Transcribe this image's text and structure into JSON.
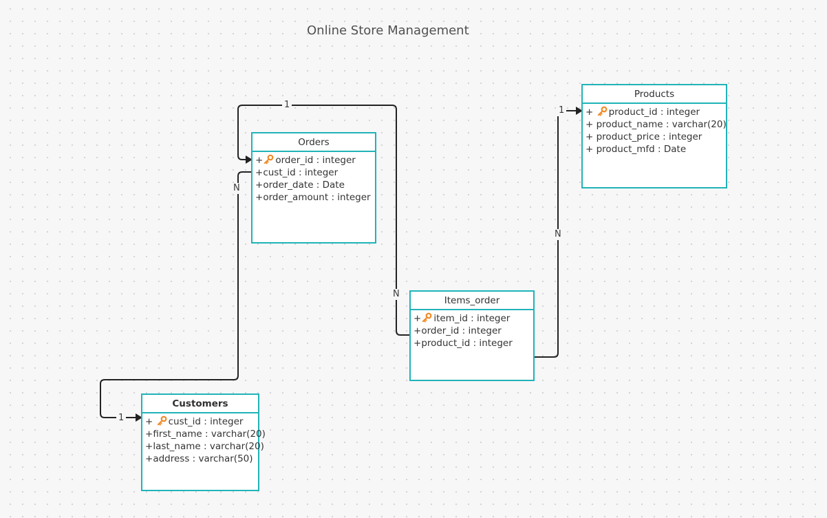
{
  "diagram": {
    "title": "Online Store Management"
  },
  "colors": {
    "entity_border": "#1fb3b8",
    "connector": "#222222",
    "key_icon": "#f08a24"
  },
  "entities": {
    "orders": {
      "name": "Orders",
      "attributes": [
        {
          "prefix": "+",
          "key": true,
          "text": "order_id : integer"
        },
        {
          "prefix": "+",
          "key": false,
          "text": "cust_id : integer"
        },
        {
          "prefix": "+",
          "key": false,
          "text": "order_date : Date"
        },
        {
          "prefix": "+",
          "key": false,
          "text": "order_amount : integer"
        }
      ]
    },
    "products": {
      "name": "Products",
      "attributes": [
        {
          "prefix": "+ ",
          "key": true,
          "text": "product_id : integer"
        },
        {
          "prefix": "+ ",
          "key": false,
          "text": "product_name : varchar(20)"
        },
        {
          "prefix": "+ ",
          "key": false,
          "text": "product_price : integer"
        },
        {
          "prefix": "+ ",
          "key": false,
          "text": "product_mfd : Date"
        }
      ]
    },
    "items_order": {
      "name": "Items_order",
      "attributes": [
        {
          "prefix": "+",
          "key": true,
          "text": "item_id : integer"
        },
        {
          "prefix": "+",
          "key": false,
          "text": "order_id : integer"
        },
        {
          "prefix": "+",
          "key": false,
          "text": "product_id : integer"
        }
      ]
    },
    "customers": {
      "name": "Customers",
      "attributes": [
        {
          "prefix": "+ ",
          "key": true,
          "text": "cust_id : integer"
        },
        {
          "prefix": "+",
          "key": false,
          "text": "first_name : varchar(20)"
        },
        {
          "prefix": "+",
          "key": false,
          "text": "last_name : varchar(20)"
        },
        {
          "prefix": "+",
          "key": false,
          "text": "address : varchar(50)"
        }
      ]
    }
  },
  "relationships": {
    "orders_items": {
      "one": "1",
      "many": "N"
    },
    "customers_orders": {
      "one": "1",
      "many": "N"
    },
    "products_items": {
      "one": "1",
      "many": "N"
    }
  }
}
